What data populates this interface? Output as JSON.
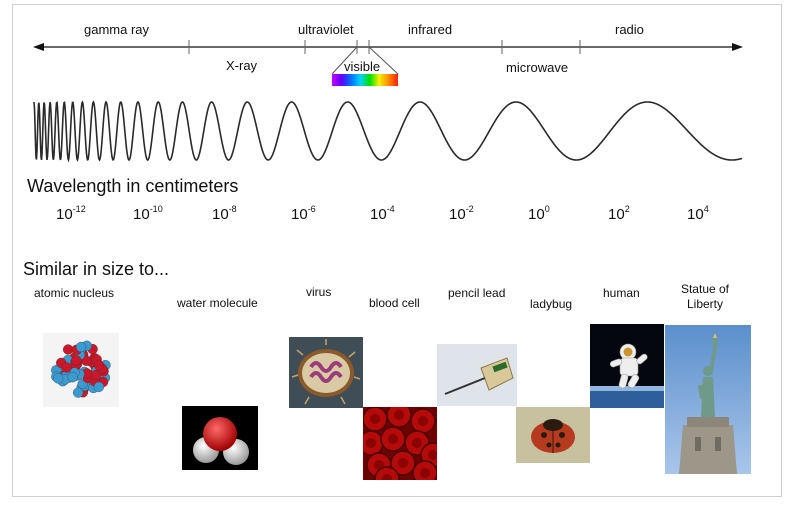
{
  "bands_top": [
    "gamma ray",
    "ultraviolet",
    "infrared",
    "radio"
  ],
  "bands_bottom": [
    "X-ray",
    "visible",
    "microwave"
  ],
  "wavelength_heading": "Wavelength in centimeters",
  "scale": [
    {
      "base": "10",
      "exp": "-12"
    },
    {
      "base": "10",
      "exp": "-10"
    },
    {
      "base": "10",
      "exp": "-8"
    },
    {
      "base": "10",
      "exp": "-6"
    },
    {
      "base": "10",
      "exp": "-4"
    },
    {
      "base": "10",
      "exp": "-2"
    },
    {
      "base": "10",
      "exp": "0"
    },
    {
      "base": "10",
      "exp": "2"
    },
    {
      "base": "10",
      "exp": "4"
    }
  ],
  "size_heading": "Similar in size to...",
  "examples": [
    "atomic nucleus",
    "water molecule",
    "virus",
    "blood cell",
    "pencil lead",
    "ladybug",
    "human",
    "Statue of Liberty"
  ],
  "colors": {
    "wave": "#2a2a2a",
    "axis": "#111111",
    "proton": "#c8182a",
    "neutron": "#3b9ad0",
    "blood": "#b40a0a",
    "sky": "#5b8fcc"
  },
  "icons": [
    "atom-nucleus-icon",
    "water-molecule-icon",
    "virus-icon",
    "blood-cell-icon",
    "pencil-lead-icon",
    "ladybug-icon",
    "astronaut-icon",
    "statue-of-liberty-icon"
  ]
}
